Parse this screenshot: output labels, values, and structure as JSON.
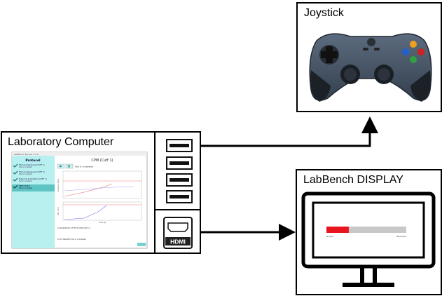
{
  "nodes": {
    "joystick": {
      "label": "Joystick"
    },
    "computer": {
      "label": "Laboratory Computer"
    },
    "display": {
      "label": "LabBench DISPLAY"
    }
  },
  "ports": {
    "usb_count": 4,
    "hdmi_label": "HDMI"
  },
  "screen_app": {
    "window_title": "LabBench Runner 3.2.0",
    "sidebar_title": "Protocol",
    "steps": [
      {
        "name": "Stimulus Response (CUFF 1)",
        "status": "Test is completed"
      },
      {
        "name": "Stimulus Response (CUFF 2)",
        "status": "Test is completed"
      },
      {
        "name": "Temporal Summation (CUFF 1)",
        "status": "Test is completed"
      },
      {
        "name": "CPM (Cuff 1)",
        "status": "Test is completed"
      }
    ],
    "panel_title": "CPM (Cuff 1)",
    "panel_status": "Test is completed",
    "plot1_ylabel": "Pressure [kPa]",
    "plot2_ylabel": "VAS [cm]",
    "xlabel": "Time [s]",
    "log_lines": [
      "10:26 RESULTS OF TEST [CPM (Cuff 1)]",
      "10:32 TestCPM (Cuff 1) completed"
    ]
  },
  "display_screen": {
    "bar_fraction": 0.28,
    "bar_color": "#e8141e",
    "track_color": "#c8c8c8",
    "left_caption": "No pain",
    "right_caption": "Worst pain"
  },
  "colors": {
    "arrow": "#000000",
    "sidebar": "#b8f0f0",
    "sidebar_accent": "#14a0a0"
  }
}
